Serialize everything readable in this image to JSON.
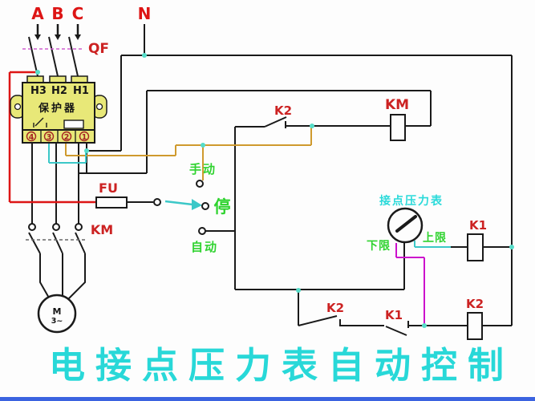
{
  "diagram": {
    "title": "电接点压力表自动控制",
    "phase_a": "A",
    "phase_b": "B",
    "phase_c": "C",
    "neutral": "N",
    "breaker": "QF",
    "protector": {
      "name": "保护器",
      "h_terminals": [
        "H3",
        "H2",
        "H1"
      ],
      "numbered_terminals": [
        "4",
        "3",
        "2",
        "1"
      ]
    },
    "fuse": "FU",
    "main_contactor": "KM",
    "contactor_coil": "KM",
    "selector": {
      "manual": "手动",
      "stop": "停",
      "auto": "自动"
    },
    "gauge": {
      "name": "接点压力表",
      "lower_limit": "下限",
      "upper_limit": "上限"
    },
    "relay_k2_no_contact": "K2",
    "relay_k1_coil": "K1",
    "relay_k2_nc_contact": "K2",
    "relay_k1_contact": "K1",
    "relay_k2_coil": "K2",
    "motor": {
      "symbol": "M",
      "phase_mark": "3~"
    }
  },
  "colors": {
    "wire_red": "#dd1515",
    "wire_orange": "#cf9a2e",
    "wire_cyan": "#3cc8c8",
    "wire_magenta": "#cc10cc",
    "wire_black": "#1a1a1a",
    "junction_teal": "#55dcc8",
    "protector_fill": "#e8e878",
    "label_red": "#cc2222",
    "label_green": "#2fd32f",
    "label_cyan": "#2adada",
    "title_cyan": "#28d8d8",
    "breaker_dash_pink": "#cf5fcf",
    "bottom_bar_blue": "#3b63e0"
  }
}
